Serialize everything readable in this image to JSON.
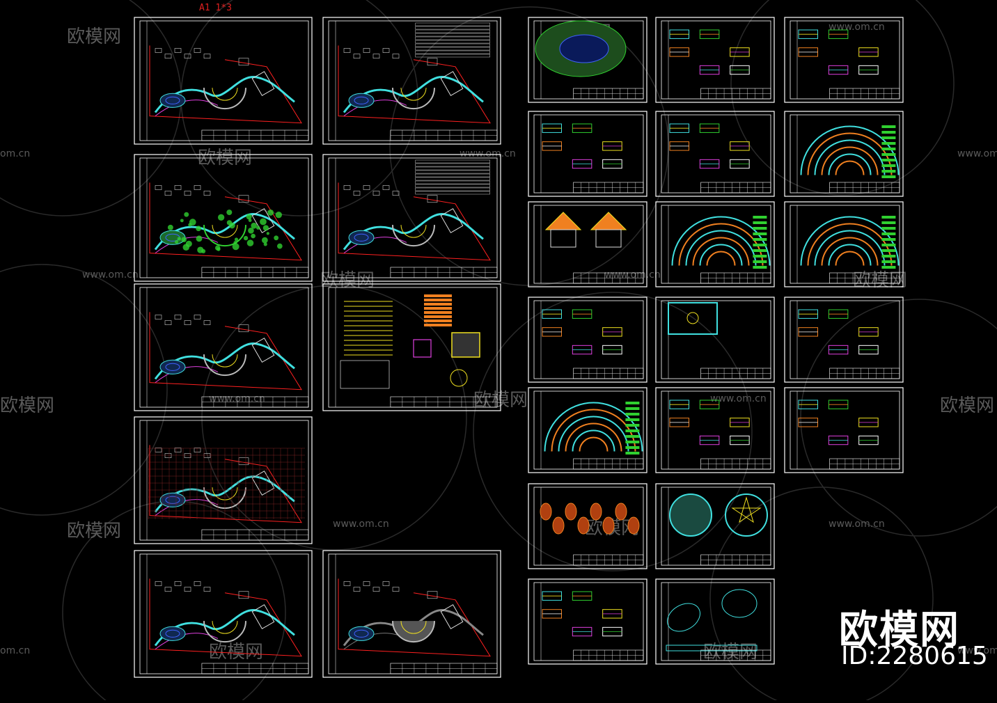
{
  "header": {
    "sheet_label": "A1  1*3"
  },
  "watermark": {
    "brand": "欧模网",
    "url": "www.om.cn",
    "url_short": "om.cn",
    "brand_partial": "欧模网",
    "brand_cut": "欧模网"
  },
  "branding": {
    "logo_text": "欧模网",
    "id_text": "ID:2280615"
  },
  "colors": {
    "background": "#000000",
    "frame": "#ffffff",
    "red": "#ff2020",
    "cyan": "#40e0e0",
    "green": "#30d030",
    "yellow": "#f0e020",
    "magenta": "#e040e0",
    "orange": "#f08020"
  }
}
